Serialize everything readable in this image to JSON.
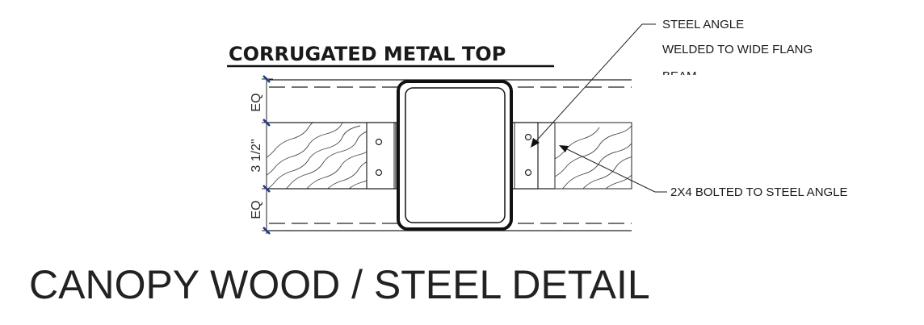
{
  "drawing": {
    "top_label": "CORRUGATED METAL TOP",
    "note_angle": [
      "STEEL ANGLE",
      "WELDED TO WIDE FLANG",
      "BEAM"
    ],
    "note_bolted": "2X4 BOLTED TO STEEL ANGLE",
    "dimensions": [
      "EQ",
      "3 1/2\"",
      "EQ"
    ],
    "title": "CANOPY WOOD / STEEL DETAIL"
  }
}
